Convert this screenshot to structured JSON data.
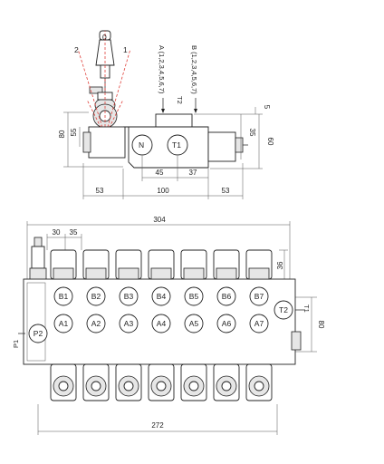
{
  "top_view": {
    "lever_labels": {
      "pos_2": "2",
      "pos_0": "0",
      "pos_1": "1"
    },
    "port_notes": {
      "a": "A (1,2,3,4,5,6,7)",
      "b": "B (1,2,3,4,5,6,7)",
      "t2": "T2"
    },
    "spool_labels": {
      "n": "N",
      "t1": "T1"
    },
    "dims": {
      "d55": "55",
      "d80": "80",
      "d5": "5",
      "d35": "35",
      "d60": "60",
      "d45": "45",
      "d37": "37",
      "d53_left": "53",
      "d100": "100",
      "d53_right": "53"
    }
  },
  "front_view": {
    "dims": {
      "d304": "304",
      "d30": "30",
      "d35": "35",
      "d36": "36",
      "d80": "80",
      "d272": "272"
    },
    "b_ports": [
      "B1",
      "B2",
      "B3",
      "B4",
      "B5",
      "B6",
      "B7"
    ],
    "a_ports": [
      "A1",
      "A2",
      "A3",
      "A4",
      "A5",
      "A6",
      "A7"
    ],
    "side_ports": {
      "p2": "P2",
      "t2": "T2",
      "p1": "P1",
      "t1": "T1"
    }
  },
  "colors": {
    "line": "#222222",
    "lever_range": "#e0403a",
    "background": "#ffffff"
  }
}
